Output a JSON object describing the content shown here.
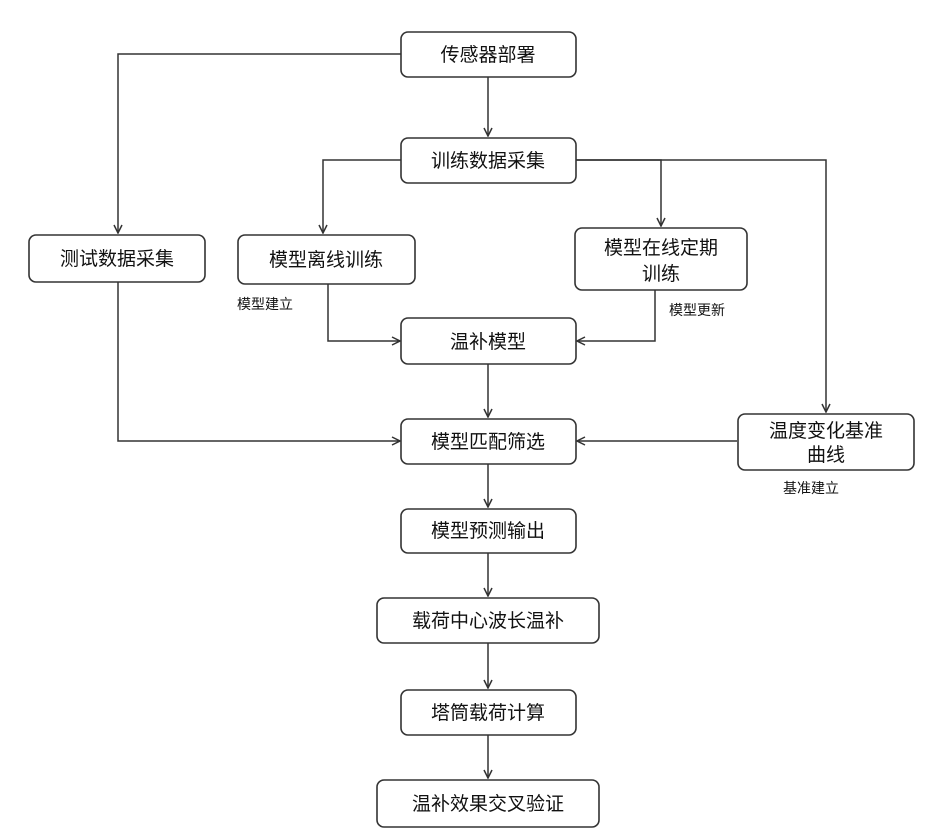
{
  "nodes": {
    "sensor_deploy": "传感器部署",
    "train_collect": "训练数据采集",
    "test_collect": "测试数据采集",
    "offline_train": "模型离线训练",
    "online_train_line1": "模型在线定期",
    "online_train_line2": "训练",
    "temp_model": "温补模型",
    "match_filter": "模型匹配筛选",
    "baseline_line1": "温度变化基准",
    "baseline_line2": "曲线",
    "predict_out": "模型预测输出",
    "wavelength_comp": "载荷中心波长温补",
    "load_calc": "塔筒载荷计算",
    "cross_validate": "温补效果交叉验证"
  },
  "notes": {
    "model_build": "模型建立",
    "model_update": "模型更新",
    "baseline_build": "基准建立"
  }
}
